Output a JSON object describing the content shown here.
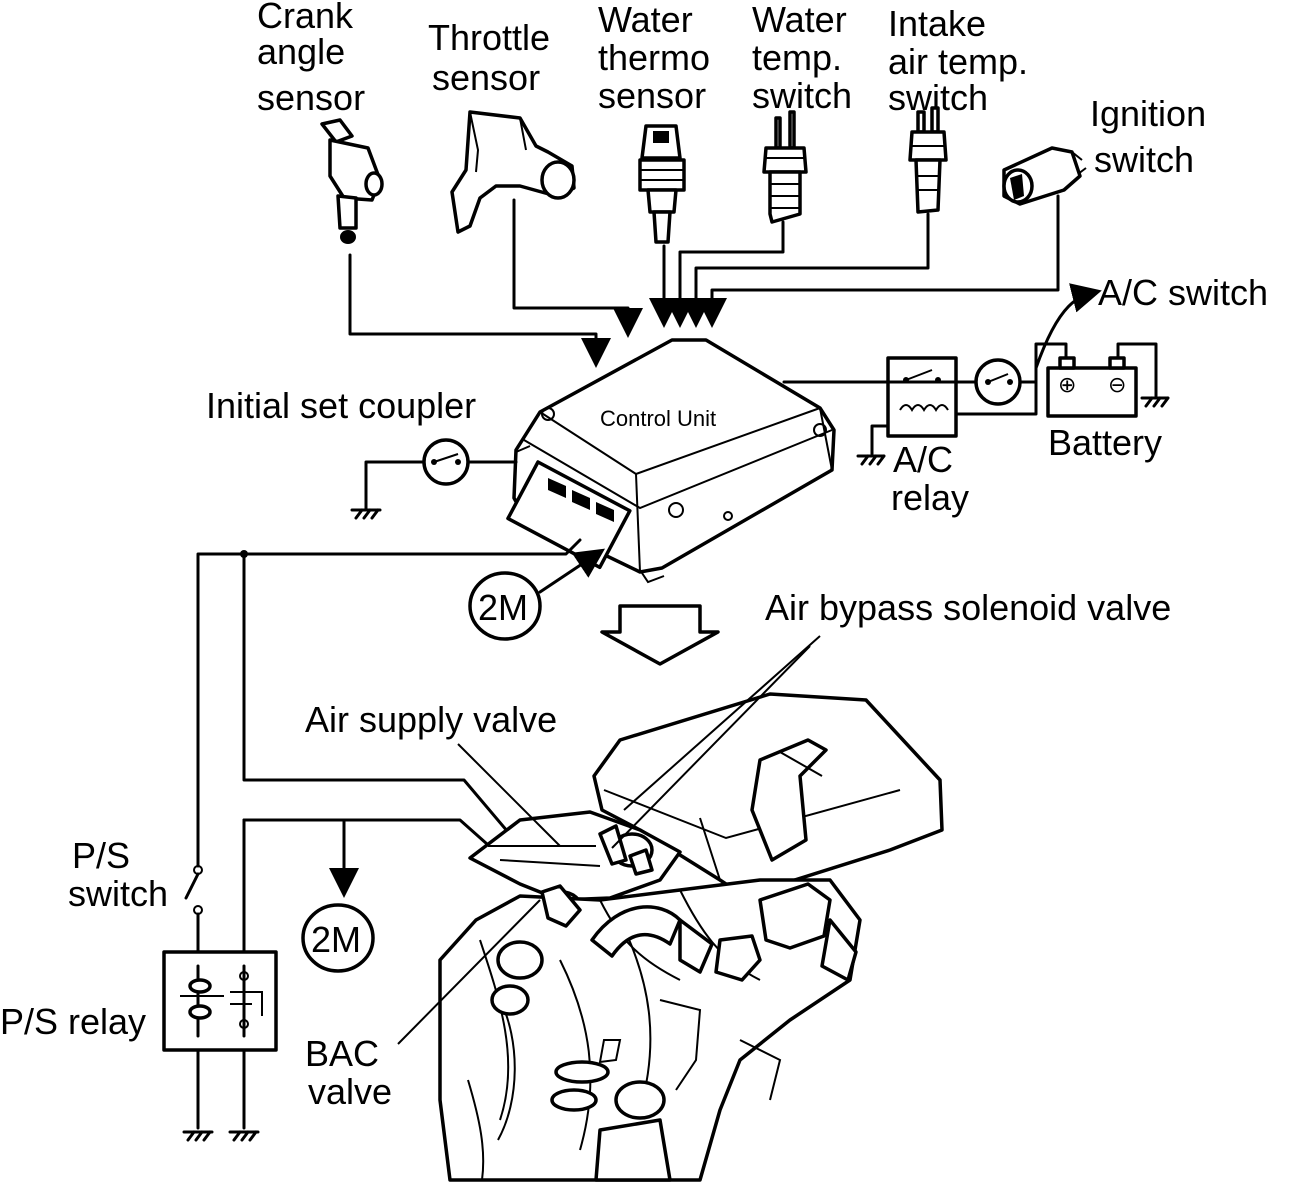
{
  "labels": {
    "crank_angle_sensor": [
      "Crank",
      "angle",
      "sensor"
    ],
    "throttle_sensor": [
      "Throttle",
      "sensor"
    ],
    "water_thermo_sensor": [
      "Water",
      "thermo",
      "sensor"
    ],
    "water_temp_switch": [
      "Water",
      "temp.",
      "switch"
    ],
    "intake_air_temp_switch": [
      "Intake",
      "air temp.",
      "switch"
    ],
    "ignition_switch": [
      "Ignition",
      "switch"
    ],
    "ac_switch": "A/C switch",
    "initial_set_coupler": "Initial set coupler",
    "control_unit": "Control Unit",
    "battery": "Battery",
    "ac_relay": [
      "A/C",
      "relay"
    ],
    "connector_top": "2M",
    "connector_bottom": "2M",
    "air_bypass_solenoid_valve": "Air bypass solenoid valve",
    "air_supply_valve": "Air supply valve",
    "ps_switch": [
      "P/S",
      "switch"
    ],
    "ps_relay": "P/S relay",
    "bac_valve": [
      "BAC",
      "valve"
    ]
  }
}
